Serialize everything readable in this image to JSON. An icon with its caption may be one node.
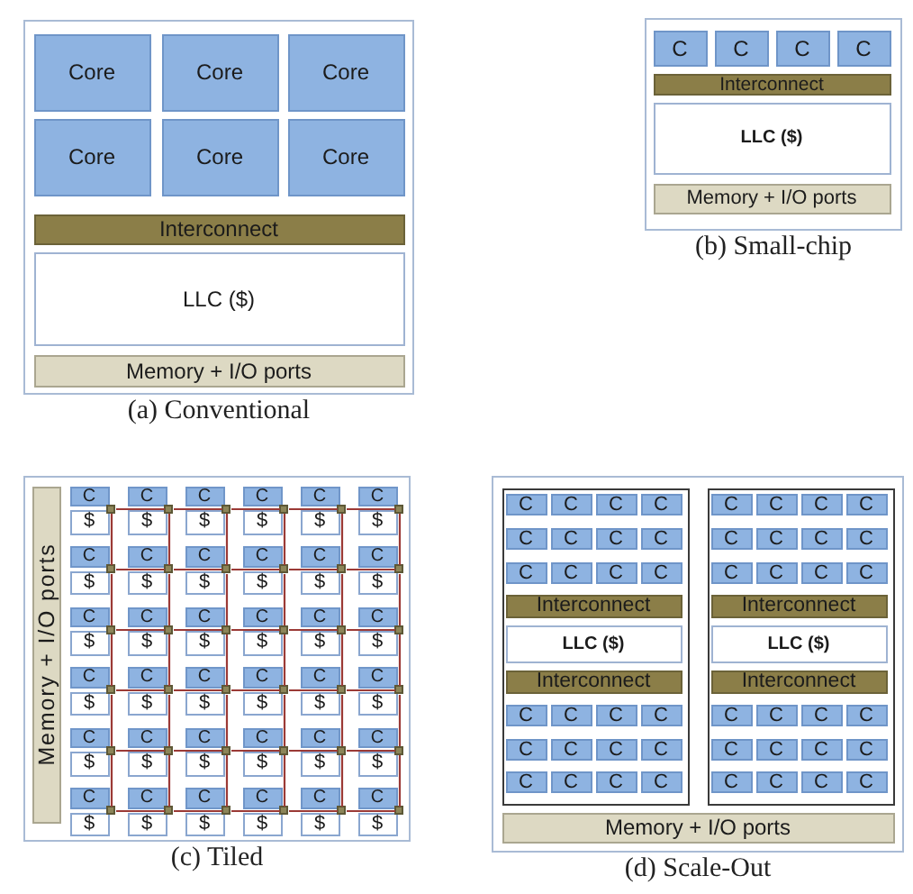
{
  "diagram": {
    "nodes": [
      {
        "text": [],
        "shape": "box",
        "beside": [
          "(a) Conventional"
        ]
      },
      {
        "text": [
          "Core"
        ],
        "in": 0
      },
      {
        "text": [
          "Core"
        ],
        "in": 0
      },
      {
        "text": [
          "Core"
        ],
        "in": 0
      },
      {
        "text": [
          "Core"
        ],
        "in": 0
      },
      {
        "text": [
          "Core"
        ],
        "in": 0
      },
      {
        "text": [
          "Core"
        ],
        "in": 0
      },
      {
        "text": [
          "Interconnect"
        ],
        "in": 0
      },
      {
        "text": [
          "LLC ($)"
        ],
        "in": 0
      },
      {
        "text": [
          "Memory + I/O ports"
        ],
        "in": 0
      },
      {
        "text": [],
        "shape": "box",
        "beside": [
          "(b) Small-chip"
        ]
      },
      {
        "text": [
          "C"
        ],
        "in": 10
      },
      {
        "text": [
          "C"
        ],
        "in": 10
      },
      {
        "text": [
          "C"
        ],
        "in": 10
      },
      {
        "text": [
          "C"
        ],
        "in": 10
      },
      {
        "text": [
          "Interconnect"
        ],
        "in": 10
      },
      {
        "text": [
          "LLC ($)"
        ],
        "in": 10
      },
      {
        "text": [
          "Memory + I/O ports"
        ],
        "in": 10
      },
      {
        "text": [],
        "shape": "box",
        "beside": [
          "(c) Tiled"
        ]
      },
      {
        "text": [
          "Memory + I/O ports"
        ],
        "in": 18
      },
      {
        "text": [
          "C"
        ],
        "in": 18
      },
      {
        "text": [
          "$"
        ],
        "in": 18
      },
      {
        "text": [
          "C"
        ],
        "in": 18
      },
      {
        "text": [
          "$"
        ],
        "in": 18
      },
      {
        "text": [
          "C"
        ],
        "in": 18
      },
      {
        "text": [
          "$"
        ],
        "in": 18
      },
      {
        "text": [
          "C"
        ],
        "in": 18
      },
      {
        "text": [
          "$"
        ],
        "in": 18
      },
      {
        "text": [
          "C"
        ],
        "in": 18
      },
      {
        "text": [
          "$"
        ],
        "in": 18
      },
      {
        "text": [
          "C"
        ],
        "in": 18
      },
      {
        "text": [
          "$"
        ],
        "in": 18
      },
      {
        "text": [
          "C"
        ],
        "in": 18
      },
      {
        "text": [
          "$"
        ],
        "in": 18
      },
      {
        "text": [
          "C"
        ],
        "in": 18
      },
      {
        "text": [
          "$"
        ],
        "in": 18
      },
      {
        "text": [
          "C"
        ],
        "in": 18
      },
      {
        "text": [
          "$"
        ],
        "in": 18
      },
      {
        "text": [
          "C"
        ],
        "in": 18
      },
      {
        "text": [
          "$"
        ],
        "in": 18
      },
      {
        "text": [
          "C"
        ],
        "in": 18
      },
      {
        "text": [
          "$"
        ],
        "in": 18
      },
      {
        "text": [
          "C"
        ],
        "in": 18
      },
      {
        "text": [
          "$"
        ],
        "in": 18
      },
      {
        "text": [
          "C"
        ],
        "in": 18
      },
      {
        "text": [
          "$"
        ],
        "in": 18
      },
      {
        "text": [
          "C"
        ],
        "in": 18
      },
      {
        "text": [
          "$"
        ],
        "in": 18
      },
      {
        "text": [
          "C"
        ],
        "in": 18
      },
      {
        "text": [
          "$"
        ],
        "in": 18
      },
      {
        "text": [
          "C"
        ],
        "in": 18
      },
      {
        "text": [
          "$"
        ],
        "in": 18
      },
      {
        "text": [
          "C"
        ],
        "in": 18
      },
      {
        "text": [
          "$"
        ],
        "in": 18
      },
      {
        "text": [
          "C"
        ],
        "in": 18
      },
      {
        "text": [
          "$"
        ],
        "in": 18
      },
      {
        "text": [
          "C"
        ],
        "in": 18
      },
      {
        "text": [
          "$"
        ],
        "in": 18
      },
      {
        "text": [
          "C"
        ],
        "in": 18
      },
      {
        "text": [
          "$"
        ],
        "in": 18
      },
      {
        "text": [
          "C"
        ],
        "in": 18
      },
      {
        "text": [
          "$"
        ],
        "in": 18
      },
      {
        "text": [
          "C"
        ],
        "in": 18
      },
      {
        "text": [
          "$"
        ],
        "in": 18
      },
      {
        "text": [
          "C"
        ],
        "in": 18
      },
      {
        "text": [
          "$"
        ],
        "in": 18
      },
      {
        "text": [
          "C"
        ],
        "in": 18
      },
      {
        "text": [
          "$"
        ],
        "in": 18
      },
      {
        "text": [
          "C"
        ],
        "in": 18
      },
      {
        "text": [
          "$"
        ],
        "in": 18
      },
      {
        "text": [
          "C"
        ],
        "in": 18
      },
      {
        "text": [
          "$"
        ],
        "in": 18
      },
      {
        "text": [
          "C"
        ],
        "in": 18
      },
      {
        "text": [
          "$"
        ],
        "in": 18
      },
      {
        "text": [
          "C"
        ],
        "in": 18
      },
      {
        "text": [
          "$"
        ],
        "in": 18
      },
      {
        "text": [
          "C"
        ],
        "in": 18
      },
      {
        "text": [
          "$"
        ],
        "in": 18
      },
      {
        "text": [
          "C"
        ],
        "in": 18
      },
      {
        "text": [
          "$"
        ],
        "in": 18
      },
      {
        "text": [
          "C"
        ],
        "in": 18
      },
      {
        "text": [
          "$"
        ],
        "in": 18
      },
      {
        "text": [
          "C"
        ],
        "in": 18
      },
      {
        "text": [
          "$"
        ],
        "in": 18
      },
      {
        "text": [
          "C"
        ],
        "in": 18
      },
      {
        "text": [
          "$"
        ],
        "in": 18
      },
      {
        "text": [
          "C"
        ],
        "in": 18
      },
      {
        "text": [
          "$"
        ],
        "in": 18
      },
      {
        "text": [
          "C"
        ],
        "in": 18
      },
      {
        "text": [
          "$"
        ],
        "in": 18
      },
      {
        "text": [
          "C"
        ],
        "in": 18
      },
      {
        "text": [
          "$"
        ],
        "in": 18
      },
      {
        "text": [],
        "shape": "box",
        "in": 18
      },
      {
        "text": [],
        "shape": "box",
        "in": 18
      },
      {
        "text": [],
        "shape": "box",
        "in": 18
      },
      {
        "text": [],
        "shape": "box",
        "in": 18
      },
      {
        "text": [],
        "shape": "box",
        "in": 18
      },
      {
        "text": [],
        "shape": "box",
        "in": 18
      },
      {
        "text": [],
        "shape": "box",
        "in": 18
      },
      {
        "text": [],
        "shape": "box",
        "in": 18
      },
      {
        "text": [],
        "shape": "box",
        "in": 18
      },
      {
        "text": [],
        "shape": "box",
        "in": 18
      },
      {
        "text": [],
        "shape": "box",
        "in": 18
      },
      {
        "text": [],
        "shape": "box",
        "in": 18
      },
      {
        "text": [],
        "shape": "box",
        "in": 18
      },
      {
        "text": [],
        "shape": "box",
        "in": 18
      },
      {
        "text": [],
        "shape": "box",
        "in": 18
      },
      {
        "text": [],
        "shape": "box",
        "in": 18
      },
      {
        "text": [],
        "shape": "box",
        "in": 18
      },
      {
        "text": [],
        "shape": "box",
        "in": 18
      },
      {
        "text": [],
        "shape": "box",
        "in": 18
      },
      {
        "text": [],
        "shape": "box",
        "in": 18
      },
      {
        "text": [],
        "shape": "box",
        "in": 18
      },
      {
        "text": [],
        "shape": "box",
        "in": 18
      },
      {
        "text": [],
        "shape": "box",
        "in": 18
      },
      {
        "text": [],
        "shape": "box",
        "in": 18
      },
      {
        "text": [],
        "shape": "box",
        "in": 18
      },
      {
        "text": [],
        "shape": "box",
        "in": 18
      },
      {
        "text": [],
        "shape": "box",
        "in": 18
      },
      {
        "text": [],
        "shape": "box",
        "in": 18
      },
      {
        "text": [],
        "shape": "box",
        "in": 18
      },
      {
        "text": [],
        "shape": "box",
        "in": 18
      },
      {
        "text": [],
        "shape": "box",
        "in": 18
      },
      {
        "text": [],
        "shape": "box",
        "in": 18
      },
      {
        "text": [],
        "shape": "box",
        "in": 18
      },
      {
        "text": [],
        "shape": "box",
        "in": 18
      },
      {
        "text": [],
        "shape": "box",
        "in": 18
      },
      {
        "text": [],
        "shape": "box",
        "in": 18
      },
      {
        "text": [],
        "shape": "box",
        "beside": [
          "(d) Scale-Out"
        ]
      },
      {
        "text": [],
        "shape": "box",
        "in": 128
      },
      {
        "text": [
          "C"
        ],
        "in": 129
      },
      {
        "text": [
          "C"
        ],
        "in": 129
      },
      {
        "text": [
          "C"
        ],
        "in": 129
      },
      {
        "text": [
          "C"
        ],
        "in": 129
      },
      {
        "text": [
          "C"
        ],
        "in": 129
      },
      {
        "text": [
          "C"
        ],
        "in": 129
      },
      {
        "text": [
          "C"
        ],
        "in": 129
      },
      {
        "text": [
          "C"
        ],
        "in": 129
      },
      {
        "text": [
          "C"
        ],
        "in": 129
      },
      {
        "text": [
          "C"
        ],
        "in": 129
      },
      {
        "text": [
          "C"
        ],
        "in": 129
      },
      {
        "text": [
          "C"
        ],
        "in": 129
      },
      {
        "text": [
          "Interconnect"
        ],
        "in": 129
      },
      {
        "text": [
          "LLC ($)"
        ],
        "in": 129
      },
      {
        "text": [
          "Interconnect"
        ],
        "in": 129
      },
      {
        "text": [
          "C"
        ],
        "in": 129
      },
      {
        "text": [
          "C"
        ],
        "in": 129
      },
      {
        "text": [
          "C"
        ],
        "in": 129
      },
      {
        "text": [
          "C"
        ],
        "in": 129
      },
      {
        "text": [
          "C"
        ],
        "in": 129
      },
      {
        "text": [
          "C"
        ],
        "in": 129
      },
      {
        "text": [
          "C"
        ],
        "in": 129
      },
      {
        "text": [
          "C"
        ],
        "in": 129
      },
      {
        "text": [
          "C"
        ],
        "in": 129
      },
      {
        "text": [
          "C"
        ],
        "in": 129
      },
      {
        "text": [
          "C"
        ],
        "in": 129
      },
      {
        "text": [
          "C"
        ],
        "in": 129
      },
      {
        "text": [],
        "shape": "box",
        "in": 128
      },
      {
        "text": [
          "C"
        ],
        "in": 157
      },
      {
        "text": [
          "C"
        ],
        "in": 157
      },
      {
        "text": [
          "C"
        ],
        "in": 157
      },
      {
        "text": [
          "C"
        ],
        "in": 157
      },
      {
        "text": [
          "C"
        ],
        "in": 157
      },
      {
        "text": [
          "C"
        ],
        "in": 157
      },
      {
        "text": [
          "C"
        ],
        "in": 157
      },
      {
        "text": [
          "C"
        ],
        "in": 157
      },
      {
        "text": [
          "C"
        ],
        "in": 157
      },
      {
        "text": [
          "C"
        ],
        "in": 157
      },
      {
        "text": [
          "C"
        ],
        "in": 157
      },
      {
        "text": [
          "C"
        ],
        "in": 157
      },
      {
        "text": [
          "Interconnect"
        ],
        "in": 157
      },
      {
        "text": [
          "LLC ($)"
        ],
        "in": 157
      },
      {
        "text": [
          "Interconnect"
        ],
        "in": 157
      },
      {
        "text": [
          "C"
        ],
        "in": 157
      },
      {
        "text": [
          "C"
        ],
        "in": 157
      },
      {
        "text": [
          "C"
        ],
        "in": 157
      },
      {
        "text": [
          "C"
        ],
        "in": 157
      },
      {
        "text": [
          "C"
        ],
        "in": 157
      },
      {
        "text": [
          "C"
        ],
        "in": 157
      },
      {
        "text": [
          "C"
        ],
        "in": 157
      },
      {
        "text": [
          "C"
        ],
        "in": 157
      },
      {
        "text": [
          "C"
        ],
        "in": 157
      },
      {
        "text": [
          "C"
        ],
        "in": 157
      },
      {
        "text": [
          "C"
        ],
        "in": 157
      },
      {
        "text": [
          "C"
        ],
        "in": 157
      },
      {
        "text": [
          "Memory + I/O ports"
        ],
        "in": 128
      }
    ],
    "edges": [
      {
        "from": 92,
        "to": 93,
        "arrow": "none"
      },
      {
        "from": 93,
        "to": 94,
        "arrow": "none"
      },
      {
        "from": 94,
        "to": 95,
        "arrow": "none"
      },
      {
        "from": 95,
        "to": 96,
        "arrow": "none"
      },
      {
        "from": 96,
        "to": 97,
        "arrow": "none"
      },
      {
        "from": 98,
        "to": 99,
        "arrow": "none"
      },
      {
        "from": 99,
        "to": 100,
        "arrow": "none"
      },
      {
        "from": 100,
        "to": 101,
        "arrow": "none"
      },
      {
        "from": 101,
        "to": 102,
        "arrow": "none"
      },
      {
        "from": 102,
        "to": 103,
        "arrow": "none"
      },
      {
        "from": 104,
        "to": 105,
        "arrow": "none"
      },
      {
        "from": 105,
        "to": 106,
        "arrow": "none"
      },
      {
        "from": 106,
        "to": 107,
        "arrow": "none"
      },
      {
        "from": 107,
        "to": 108,
        "arrow": "none"
      },
      {
        "from": 108,
        "to": 109,
        "arrow": "none"
      },
      {
        "from": 110,
        "to": 111,
        "arrow": "none"
      },
      {
        "from": 111,
        "to": 112,
        "arrow": "none"
      },
      {
        "from": 112,
        "to": 113,
        "arrow": "none"
      },
      {
        "from": 113,
        "to": 114,
        "arrow": "none"
      },
      {
        "from": 114,
        "to": 115,
        "arrow": "none"
      },
      {
        "from": 116,
        "to": 117,
        "arrow": "none"
      },
      {
        "from": 117,
        "to": 118,
        "arrow": "none"
      },
      {
        "from": 118,
        "to": 119,
        "arrow": "none"
      },
      {
        "from": 119,
        "to": 120,
        "arrow": "none"
      },
      {
        "from": 120,
        "to": 121,
        "arrow": "none"
      },
      {
        "from": 122,
        "to": 123,
        "arrow": "none"
      },
      {
        "from": 123,
        "to": 124,
        "arrow": "none"
      },
      {
        "from": 124,
        "to": 125,
        "arrow": "none"
      },
      {
        "from": 125,
        "to": 126,
        "arrow": "none"
      },
      {
        "from": 126,
        "to": 127,
        "arrow": "none"
      },
      {
        "from": 92,
        "to": 98,
        "arrow": "none"
      },
      {
        "from": 93,
        "to": 99,
        "arrow": "none"
      },
      {
        "from": 94,
        "to": 100,
        "arrow": "none"
      },
      {
        "from": 95,
        "to": 101,
        "arrow": "none"
      },
      {
        "from": 96,
        "to": 102,
        "arrow": "none"
      },
      {
        "from": 97,
        "to": 103,
        "arrow": "none"
      },
      {
        "from": 98,
        "to": 104,
        "arrow": "none"
      },
      {
        "from": 99,
        "to": 105,
        "arrow": "none"
      },
      {
        "from": 100,
        "to": 106,
        "arrow": "none"
      },
      {
        "from": 101,
        "to": 107,
        "arrow": "none"
      },
      {
        "from": 102,
        "to": 108,
        "arrow": "none"
      },
      {
        "from": 103,
        "to": 109,
        "arrow": "none"
      },
      {
        "from": 104,
        "to": 110,
        "arrow": "none"
      },
      {
        "from": 105,
        "to": 111,
        "arrow": "none"
      },
      {
        "from": 106,
        "to": 112,
        "arrow": "none"
      },
      {
        "from": 107,
        "to": 113,
        "arrow": "none"
      },
      {
        "from": 108,
        "to": 114,
        "arrow": "none"
      },
      {
        "from": 109,
        "to": 115,
        "arrow": "none"
      },
      {
        "from": 110,
        "to": 116,
        "arrow": "none"
      },
      {
        "from": 111,
        "to": 117,
        "arrow": "none"
      },
      {
        "from": 112,
        "to": 118,
        "arrow": "none"
      },
      {
        "from": 113,
        "to": 119,
        "arrow": "none"
      },
      {
        "from": 114,
        "to": 120,
        "arrow": "none"
      },
      {
        "from": 115,
        "to": 121,
        "arrow": "none"
      },
      {
        "from": 116,
        "to": 122,
        "arrow": "none"
      },
      {
        "from": 117,
        "to": 123,
        "arrow": "none"
      },
      {
        "from": 118,
        "to": 124,
        "arrow": "none"
      },
      {
        "from": 119,
        "to": 125,
        "arrow": "none"
      },
      {
        "from": 120,
        "to": 126,
        "arrow": "none"
      },
      {
        "from": 121,
        "to": 127,
        "arrow": "none"
      }
    ]
  }
}
